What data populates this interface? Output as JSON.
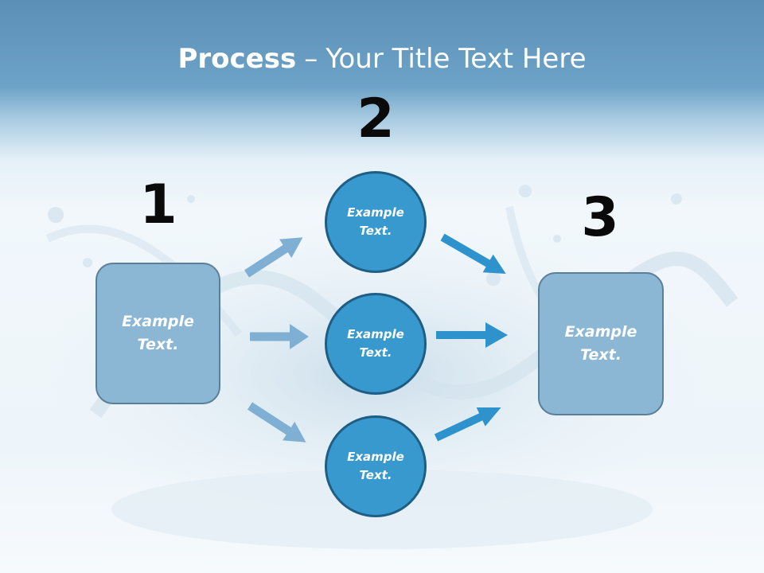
{
  "title": {
    "bold": "Process",
    "dash": "–",
    "rest": "Your Title Text Here"
  },
  "steps": [
    {
      "number": "1",
      "label": "Example Text."
    },
    {
      "number": "2",
      "labels": [
        "Example Text.",
        "Example Text.",
        "Example Text."
      ]
    },
    {
      "number": "3",
      "label": "Example Text."
    }
  ],
  "colors": {
    "box_fill": "#8bb7d5",
    "circle_fill": "#3899cf",
    "arrow_left": "#7fb0d3",
    "arrow_right": "#2e93cc"
  }
}
